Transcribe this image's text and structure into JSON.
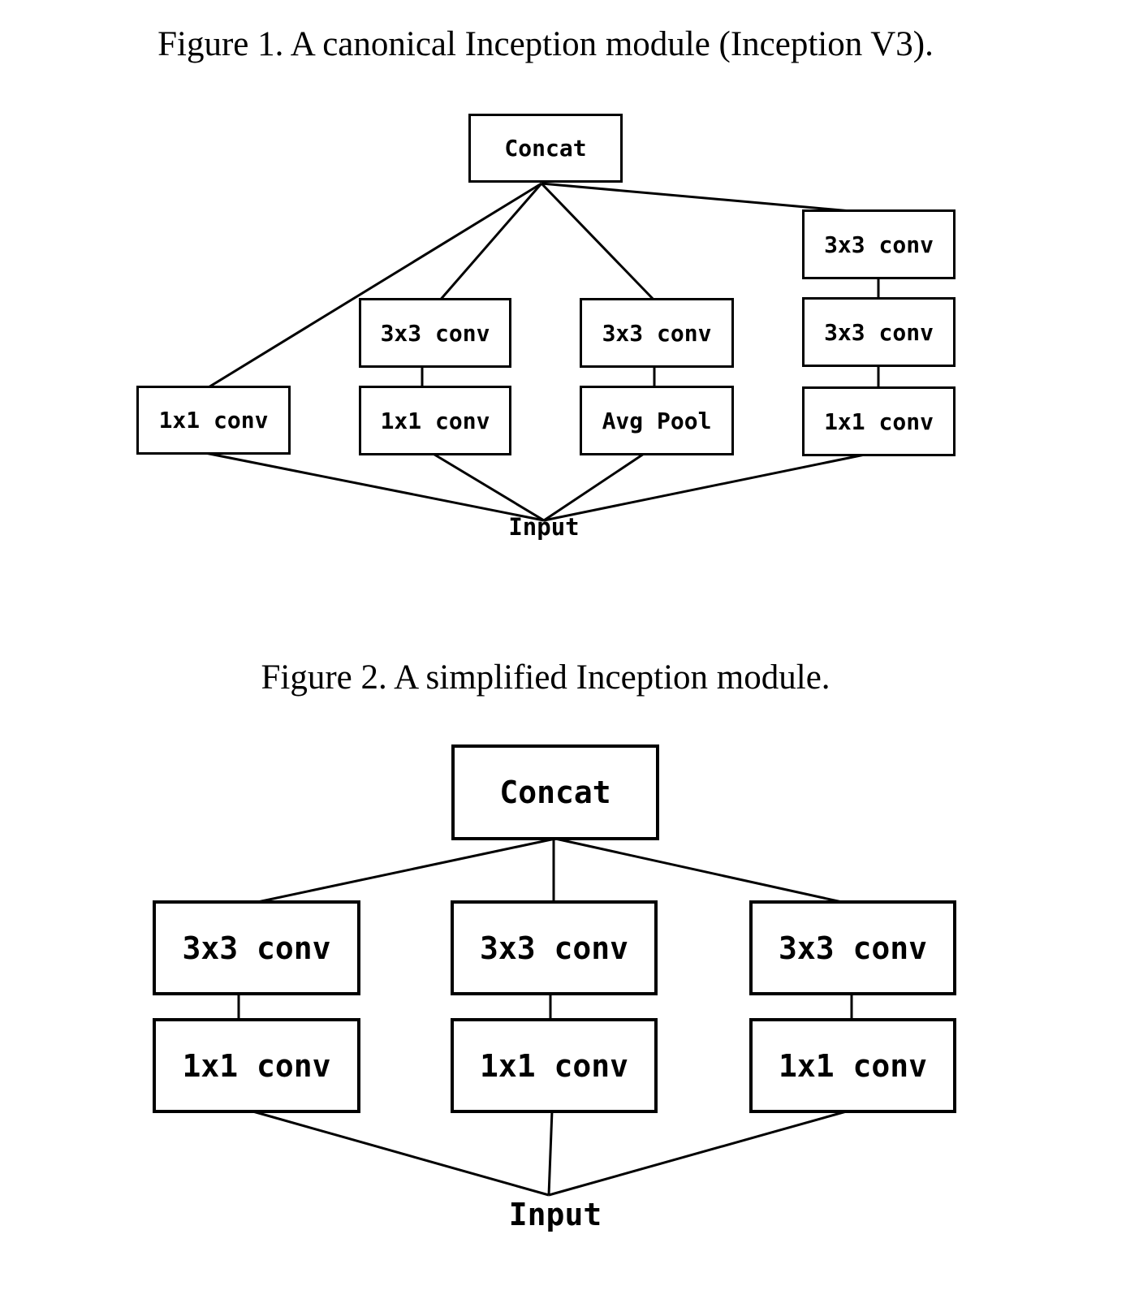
{
  "colors": {
    "ink": "#000000",
    "background": "#ffffff"
  },
  "figure1": {
    "title": "Figure 1. A canonical Inception module (Inception V3).",
    "concat": "Concat",
    "input": "Input",
    "branches": [
      {
        "boxes": [
          "1x1 conv"
        ]
      },
      {
        "boxes": [
          "3x3 conv",
          "1x1 conv"
        ]
      },
      {
        "boxes": [
          "3x3 conv",
          "Avg Pool"
        ]
      },
      {
        "boxes": [
          "3x3 conv",
          "3x3 conv",
          "1x1 conv"
        ]
      }
    ]
  },
  "figure2": {
    "title": "Figure 2. A simplified Inception module.",
    "concat": "Concat",
    "input": "Input",
    "branches": [
      {
        "boxes": [
          "3x3 conv",
          "1x1 conv"
        ]
      },
      {
        "boxes": [
          "3x3 conv",
          "1x1 conv"
        ]
      },
      {
        "boxes": [
          "3x3 conv",
          "1x1 conv"
        ]
      }
    ]
  }
}
